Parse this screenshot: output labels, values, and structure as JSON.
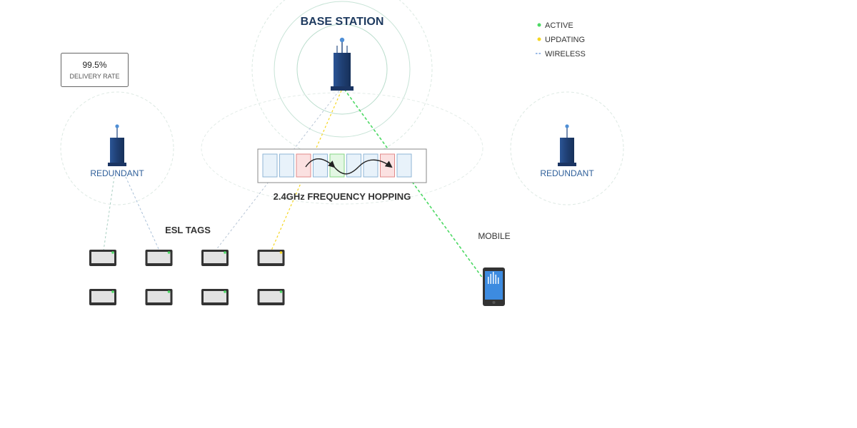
{
  "diagram": {
    "base_station": {
      "label": "BASE STATION"
    },
    "redundant_left": {
      "label": "REDUNDANT"
    },
    "redundant_right": {
      "label": "REDUNDANT"
    },
    "frequency": {
      "label": "2.4GHz FREQUENCY HOPPING"
    },
    "esl_group": {
      "label": "ESL TAGS"
    },
    "mobile": {
      "label": "MOBILE"
    },
    "delivery": {
      "value": "99.5%",
      "label": "DELIVERY RATE"
    },
    "legend": {
      "items": [
        {
          "label": "ACTIVE",
          "marker": "dot",
          "color": "#4cd964"
        },
        {
          "label": "UPDATING",
          "marker": "dot",
          "color": "#f5d623"
        },
        {
          "label": "WIRELESS",
          "marker": "dash",
          "color": "#5b8fd6"
        }
      ]
    },
    "channels": [
      {
        "status": "idle"
      },
      {
        "status": "idle"
      },
      {
        "status": "busy"
      },
      {
        "status": "idle"
      },
      {
        "status": "active"
      },
      {
        "status": "idle"
      },
      {
        "status": "idle"
      },
      {
        "status": "busy"
      },
      {
        "status": "idle"
      }
    ],
    "colors": {
      "navy": "#1f3f73",
      "title": "#1e3a5f",
      "redundant_text": "#2e5f9a",
      "active": "#4cd964",
      "updating": "#f5d623",
      "wireless": "#5b8fd6",
      "ring": "#b8dccb"
    },
    "tags": [
      {
        "status": "active"
      },
      {
        "status": "active"
      },
      {
        "status": "active"
      },
      {
        "status": "updating"
      },
      {
        "status": "active"
      },
      {
        "status": "active"
      },
      {
        "status": "active"
      },
      {
        "status": "active"
      }
    ]
  }
}
